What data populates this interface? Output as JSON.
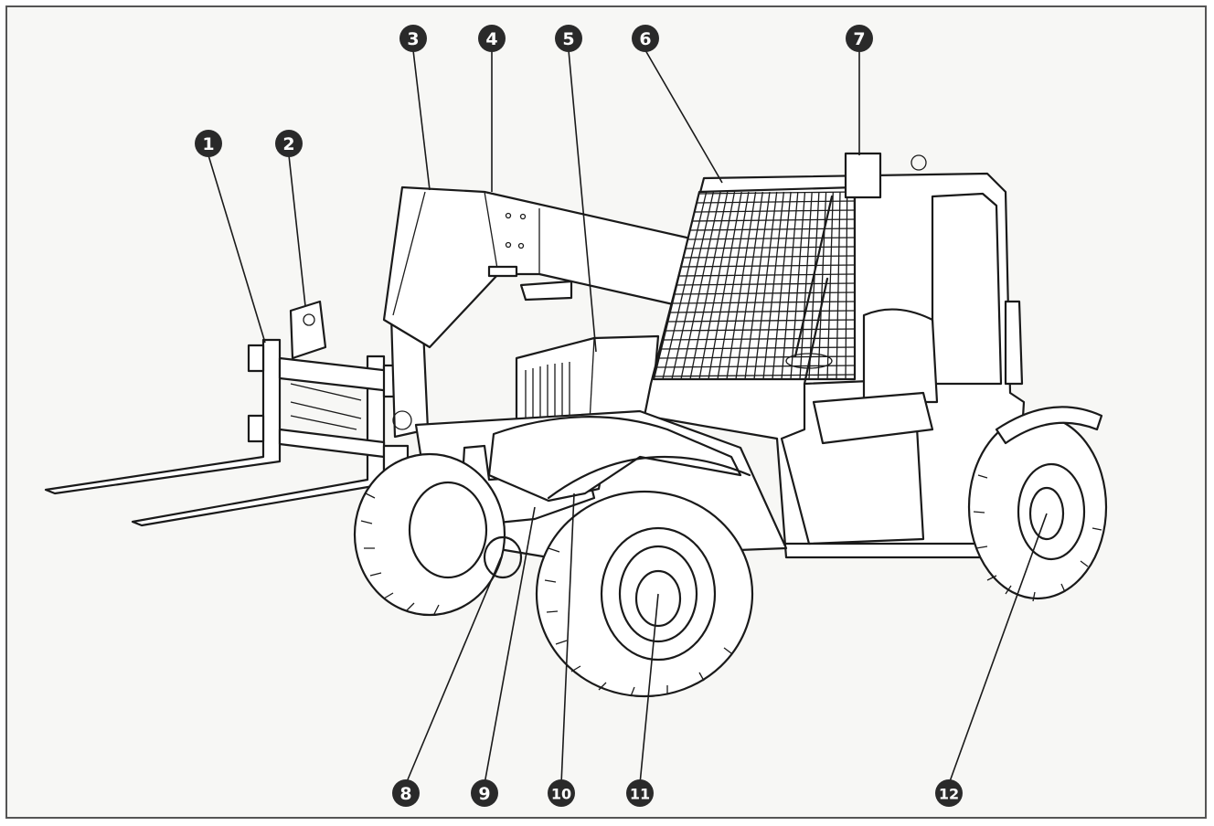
{
  "callouts": [
    {
      "id": "callout-1",
      "label": "1"
    },
    {
      "id": "callout-2",
      "label": "2"
    },
    {
      "id": "callout-3",
      "label": "3"
    },
    {
      "id": "callout-4",
      "label": "4"
    },
    {
      "id": "callout-5",
      "label": "5"
    },
    {
      "id": "callout-6",
      "label": "6"
    },
    {
      "id": "callout-7",
      "label": "7"
    },
    {
      "id": "callout-8",
      "label": "8"
    },
    {
      "id": "callout-9",
      "label": "9"
    },
    {
      "id": "callout-10",
      "label": "10"
    },
    {
      "id": "callout-11",
      "label": "11"
    },
    {
      "id": "callout-12",
      "label": "12"
    }
  ],
  "colors": {
    "ink": "#1a1a1a",
    "paper": "#f7f7f5",
    "callout": "#2a2a2a"
  }
}
